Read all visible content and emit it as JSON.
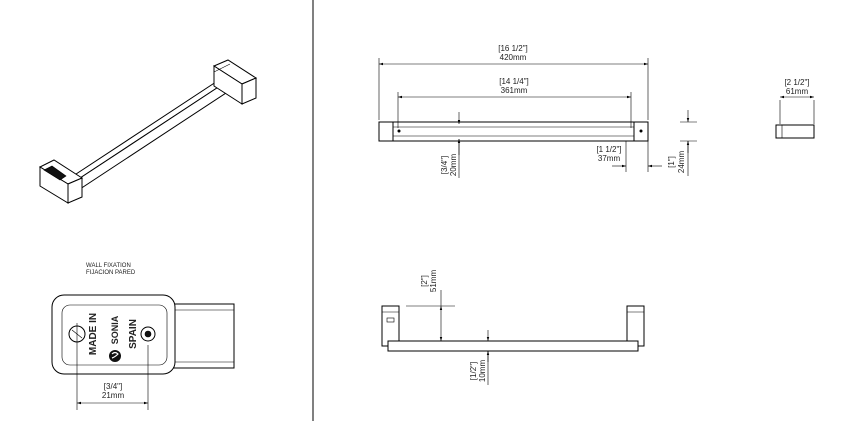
{
  "dimensions": {
    "overall_in": "[16 1/2\"]",
    "overall_mm": "420mm",
    "centers_in": "[14 1/4\"]",
    "centers_mm": "361mm",
    "bar_height_in": "[3/4\"]",
    "bar_height_mm": "20mm",
    "end_len_in": "[1 1/2\"]",
    "end_len_mm": "37mm",
    "depth_in": "[1\"]",
    "depth_mm": "24mm",
    "projection_in": "[2 1/2\"]",
    "projection_mm": "61mm",
    "wall_offset_in": "[2\"]",
    "wall_offset_mm": "51mm",
    "bar_thick_in": "[1/2\"]",
    "bar_thick_mm": "10mm",
    "fixation_in": "[3/4\"]",
    "fixation_mm": "21mm"
  },
  "wall_fixation": {
    "title_en": "WALL FIXATION",
    "title_es": "FIJACION PARED",
    "stamp_line1": "MADE IN",
    "stamp_brand": "SONIA",
    "stamp_line2": "SPAIN"
  }
}
